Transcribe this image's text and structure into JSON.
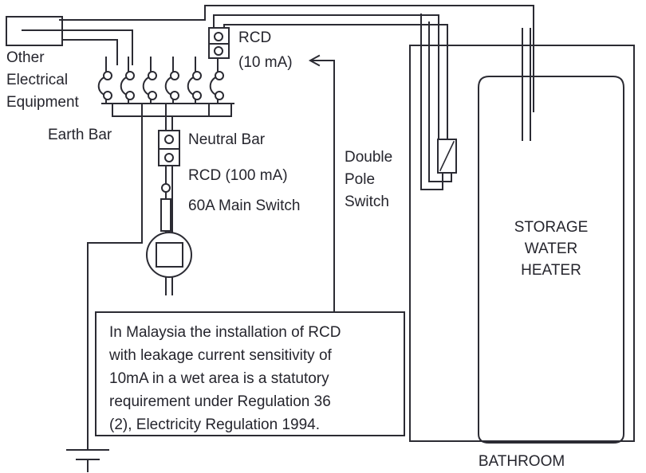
{
  "diagram": {
    "title_labels": {
      "other_equipment": [
        "Other",
        "Electrical",
        "Equipment"
      ],
      "earth_bar": "Earth Bar",
      "neutral_bar": "Neutral Bar",
      "rcd_10ma": [
        "RCD",
        "(10 mA)"
      ],
      "rcd_100ma": "RCD (100 mA)",
      "main_switch": "60A Main Switch",
      "double_pole_switch": [
        "Double",
        "Pole",
        "Switch"
      ],
      "water_heater": [
        "STORAGE",
        "WATER",
        "HEATER"
      ],
      "bathroom": "BATHROOM"
    },
    "note_box": {
      "lines": [
        "In Malaysia the installation of RCD",
        "with leakage current sensitivity of",
        "10mA in a wet area is a statutory",
        "requirement under Regulation 36",
        "(2), Electricity Regulation 1994."
      ]
    },
    "colors": {
      "line": "#2b2b33",
      "text": "#25252d",
      "background": "#ffffff"
    },
    "components": [
      {
        "name": "other-electrical-equipment-box",
        "type": "box"
      },
      {
        "name": "circuit-breaker",
        "type": "switch",
        "count": 6
      },
      {
        "name": "earth-bar",
        "type": "busbar"
      },
      {
        "name": "neutral-bar",
        "type": "busbar"
      },
      {
        "name": "rcd-10ma",
        "type": "rcd"
      },
      {
        "name": "rcd-100ma",
        "type": "rcd"
      },
      {
        "name": "main-switch-60a",
        "type": "fuse"
      },
      {
        "name": "energy-meter",
        "type": "meter"
      },
      {
        "name": "earth-ground",
        "type": "ground"
      },
      {
        "name": "double-pole-switch",
        "type": "switch"
      },
      {
        "name": "storage-water-heater",
        "type": "appliance"
      },
      {
        "name": "bathroom-enclosure",
        "type": "room"
      }
    ]
  }
}
